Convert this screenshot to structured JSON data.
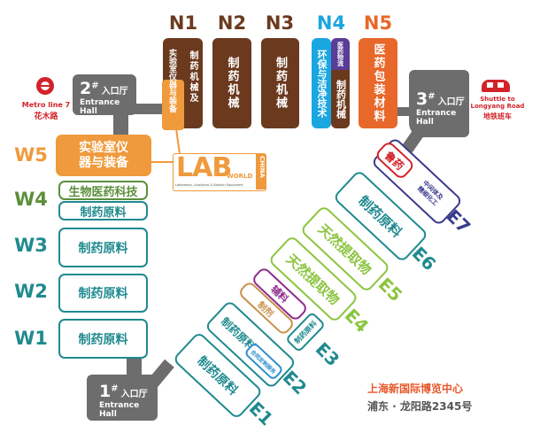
{
  "north": [
    {
      "label": "N1",
      "color": "#6b3a1e",
      "halls": [
        "制药机械及",
        "实验室仪器与装备"
      ]
    },
    {
      "label": "N2",
      "color": "#6b3a1e",
      "halls": [
        "制药机械"
      ]
    },
    {
      "label": "N3",
      "color": "#6b3a1e",
      "halls": [
        "制药机械"
      ]
    },
    {
      "label": "N4",
      "color": "#1aa6e0",
      "halls": [
        "环保与洁净技术",
        "医药物流",
        "制药机械"
      ]
    },
    {
      "label": "N5",
      "color": "#e8672a",
      "halls": [
        "医药包装材料"
      ]
    }
  ],
  "west": [
    {
      "label": "W5",
      "color": "#ef9a3c",
      "halls": [
        "实验室仪器与装备"
      ]
    },
    {
      "label": "W4",
      "color": "#5b8f3a",
      "halls": [
        "生物医药科技",
        "制药原料"
      ]
    },
    {
      "label": "W3",
      "color": "#1f8a8f",
      "halls": [
        "制药原料"
      ]
    },
    {
      "label": "W2",
      "color": "#1f8a8f",
      "halls": [
        "制药原料"
      ]
    },
    {
      "label": "W1",
      "color": "#1f8a8f",
      "halls": [
        "制药原料"
      ]
    }
  ],
  "east": [
    {
      "label": "E1",
      "color": "#1f8a8f",
      "halls": [
        "制药原料"
      ]
    },
    {
      "label": "E2",
      "color": "#1f8a8f",
      "halls": [
        "制药原料",
        "合同定制服务"
      ]
    },
    {
      "label": "E3",
      "color": "#1f8a8f",
      "halls": [
        "制药原料",
        "制剂",
        "辅料"
      ]
    },
    {
      "label": "E4",
      "color": "#8cc540",
      "halls": [
        "天然提取物"
      ]
    },
    {
      "label": "E5",
      "color": "#8cc540",
      "halls": [
        "天然提取物"
      ]
    },
    {
      "label": "E6",
      "color": "#1f8a8f",
      "halls": [
        "制药原料"
      ]
    },
    {
      "label": "E7",
      "color": "#3a3b8c",
      "halls": [
        "鲁药",
        "中间体及精细化工"
      ]
    }
  ],
  "entrances": [
    {
      "num": "1",
      "mark": "#",
      "cn": "入口厅",
      "en": "Entrance Hall"
    },
    {
      "num": "2",
      "mark": "#",
      "cn": "入口厅",
      "en": "Entrance Hall"
    },
    {
      "num": "3",
      "mark": "#",
      "cn": "入口厅",
      "en": "Entrance Hall"
    }
  ],
  "metro": {
    "line": "Metro line 7",
    "station": "花木路",
    "icon": "metro-icon",
    "color": "#d2232a"
  },
  "shuttle": {
    "en1": "Shuttle to",
    "en2": "Longyang Road",
    "cn": "地铁班车",
    "icon": "bus-icon",
    "color": "#d2232a"
  },
  "labworld": {
    "big": "LAB",
    "small": "WORLD",
    "side": "CHINA",
    "tag": "Laboratory, Analytical & Biotech Equipment"
  },
  "venue": {
    "name": "上海新国际博览中心",
    "address": "浦东 · 龙阳路2345号"
  }
}
